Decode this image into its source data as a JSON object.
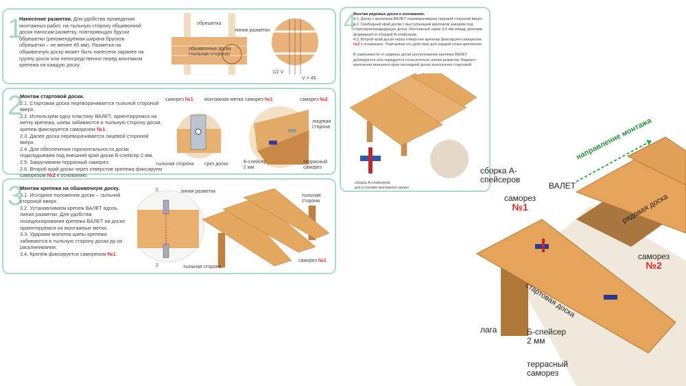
{
  "step1": {
    "number": "1",
    "title": "Нанесение разметки.",
    "text": "Для удобства проведения монтажных работ, на тыльную сторону обшивочной доски наносим разметку, повторяющую бруски обрешетки (рекомендуемая ширина брусков обрешетки – не менее 45 мм). Разметка на обшивочную доску может быть нанесена заранее на группу досок или непосредственно перед монтажом крепежа на каждую доску.",
    "labels": {
      "lathing": "обрешетка",
      "marking_line": "линия разметки",
      "boards": "обшивочные доски (тыльная сторона)",
      "half_v": "1/2 V",
      "v_min": "V > 45"
    }
  },
  "step2": {
    "number": "2",
    "title": "Монтаж стартовой доски.",
    "items": [
      "2.1. Стартовая доска переворачивается тыльной стороной вверх.",
      "2.2. Используем одну пластину ВАЛЕТ, ориентируемся на метку крепежа, шипы забиваются в тыльную сторону доски, крепеж фиксируется саморезом",
      "2.3. Далее доска переворачивается лицевой стороной вверх.",
      "2.4. Для обеспечения горизонтальности доски подкладываем под внешний край доски Б-спейсер 2 мм.",
      "2.5. Закручиваем террасный саморез.",
      "2.6. Второй край доски через отверстие крепежа фиксируем саморезом"
    ],
    "item6_suffix": "к основанию.",
    "screw1": "№1",
    "screw2": "№2",
    "labels": {
      "screw1": "саморез",
      "mount_mark": "монтажная метка",
      "back_side": "тыльная сторона",
      "board_cut": "срез доски",
      "front_side": "лицевая сторона",
      "b_spacer": "Б-спейсер 2 мм",
      "deck_screw": "террасный саморез"
    }
  },
  "step3": {
    "number": "3",
    "title": "Монтаж крепежа на обшивочную доску.",
    "items": [
      "3.1. Исходное положение доски – тыльной стороной вверх.",
      "3.2. Устанавливаем крепеж ВАЛЕТ вдоль линии разметки. Для удобства позиционирования крепежа ВАЛЕТ на доске ориентируемся на монтажные метки.",
      "3.3. Ударами молотка шипы крепежа забиваются в тыльную сторону доски до их расклинивания.",
      "3.4. Крепеж фиксируется саморезом"
    ],
    "screw1": "№1",
    "labels": {
      "gap": "2",
      "marking_line": "линия разметки",
      "back_side": "тыльная сторона",
      "screw": "саморез"
    }
  },
  "step4": {
    "number": "4",
    "title": "Монтаж рядовых досок к основанию.",
    "items": [
      "4.1. Доску с крепежом ВАЛЕТ переворачиваем лицевой стороной вверх.",
      "4.2. Свободный край доски с выступающим крепежом заводим под стартовую/предыдущую доску. Монтажный зазор 4-6 мм между досками формируется сборкой А-спейсеров.",
      "4.3. Второй край доски через отверстие крепежа фиксируем саморезом"
    ],
    "item3_suffix": "к основанию. Повторяем это действие для каждой точки крепления.",
    "screw2": "№2",
    "note": "В зависимости от ширины доски расположение крепежа ВАЛЕТ дублируется или чередуется относительно линии разметки. Вариант крепления внешнего края последней доски аналогично стартовой.",
    "caption1": "сборка А-спейсеров",
    "caption2": "для установки монтажного зазора"
  },
  "main": {
    "direction": "направление монтажа",
    "row_board": "рядовая доска",
    "start_board": "стартовая доска",
    "spacers": "сборка А-спейсеров",
    "valet": "ВАЛЕТ",
    "screw": "саморез",
    "n1": "№1",
    "n2": "№2",
    "joist": "лага",
    "b_spacer": "Б-спейсер 2 мм",
    "deck_screw": "террасный саморез"
  },
  "colors": {
    "border": "#a9dcc4",
    "accent": "#e0262a",
    "wood": "#e2a458",
    "arrow": "#2fa84a"
  }
}
